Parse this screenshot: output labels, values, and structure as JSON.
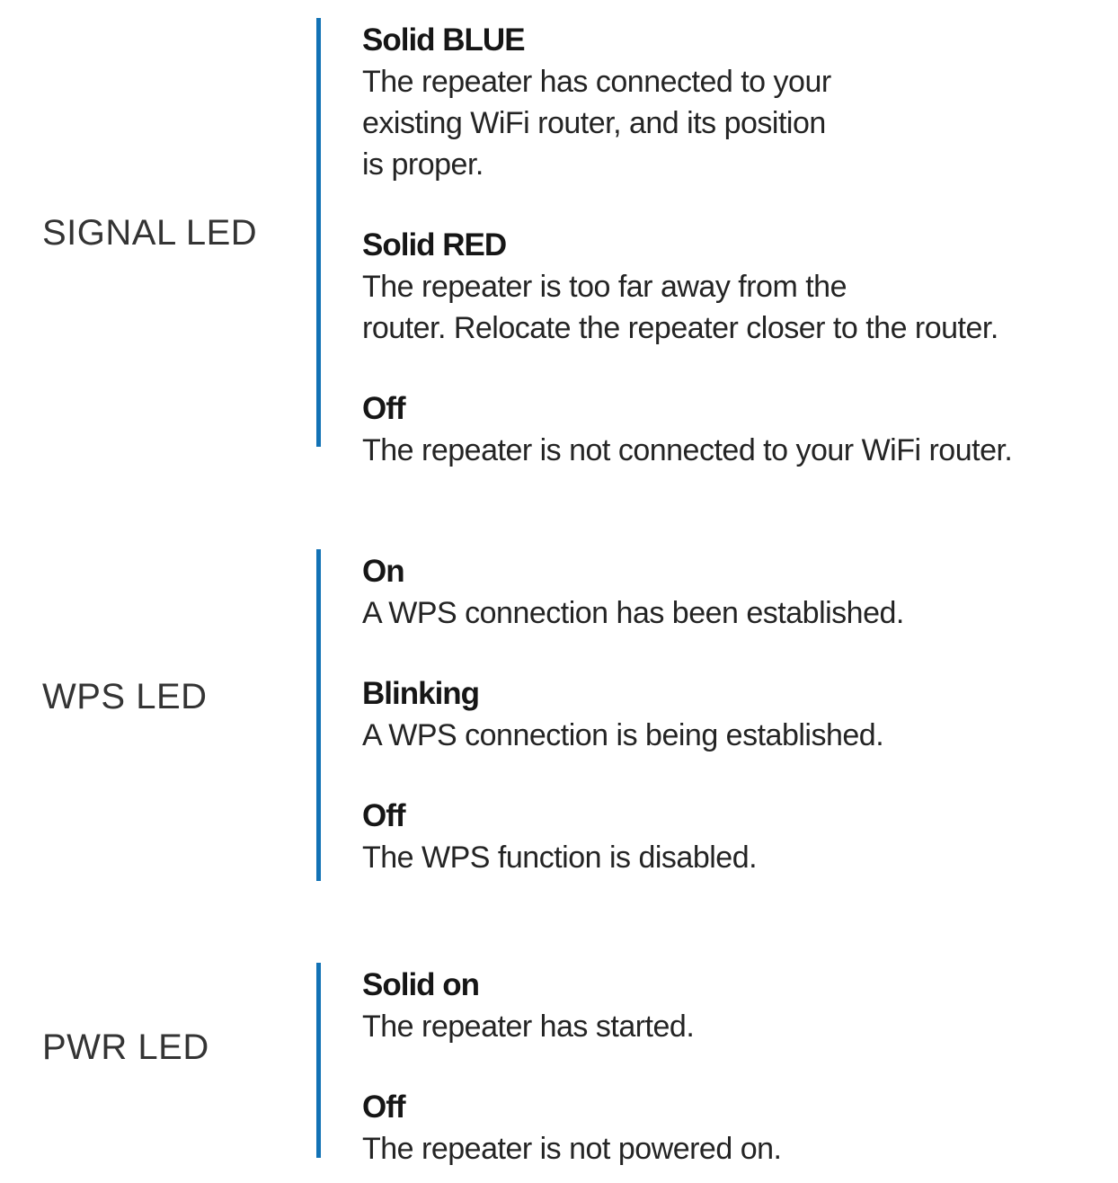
{
  "page": {
    "background_color": "#ffffff",
    "accent_color": "#1272b5",
    "text_color": "#242424"
  },
  "sections": [
    {
      "label": "SIGNAL LED",
      "entries": [
        {
          "state": "Solid BLUE",
          "description": "The repeater has connected to your\nexisting WiFi router, and its position\nis proper."
        },
        {
          "state": "Solid RED",
          "description": "The repeater is too far away from the\nrouter. Relocate the repeater closer to the router."
        },
        {
          "state": "Off",
          "description": "The repeater is not connected to your WiFi router."
        }
      ]
    },
    {
      "label": "WPS LED",
      "entries": [
        {
          "state": "On",
          "description": "A WPS connection has been established."
        },
        {
          "state": "Blinking",
          "description": "A WPS connection is being established."
        },
        {
          "state": "Off",
          "description": "The WPS function is disabled."
        }
      ]
    },
    {
      "label": "PWR LED",
      "entries": [
        {
          "state": "Solid on",
          "description": "The repeater has started."
        },
        {
          "state": "Off",
          "description": "The repeater is not powered on."
        }
      ]
    }
  ]
}
